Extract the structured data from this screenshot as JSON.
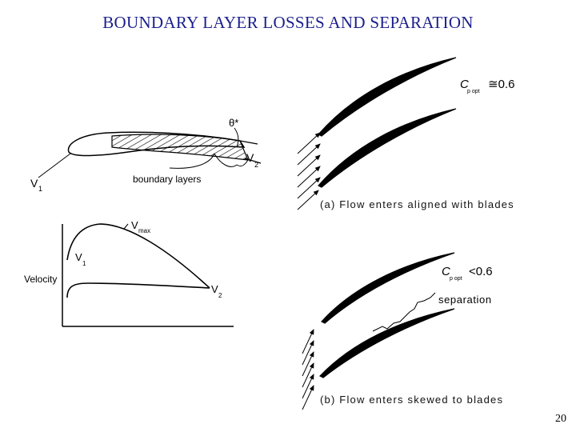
{
  "title": "BOUNDARY LAYER LOSSES AND SEPARATION",
  "page_number": "20",
  "airfoil_sketch": {
    "theta_label": "θ*",
    "v2_label": "V",
    "v2_sub": "2",
    "v1_label": "V",
    "v1_sub": "1",
    "boundary_layers_label": "boundary layers"
  },
  "velocity_plot": {
    "vmax_label": "V",
    "vmax_sub": "max",
    "v1_label": "V",
    "v1_sub": "1",
    "v2_label": "V",
    "v2_sub": "2",
    "ylabel": "Velocity"
  },
  "cascade_a": {
    "cp_label": "C",
    "cp_sub": "p opt",
    "cp_relation": "≅0.6",
    "caption": "(a)  Flow  enters  aligned  with  blades"
  },
  "cascade_b": {
    "cp_label": "C",
    "cp_sub": "p opt",
    "cp_relation": "<0.6",
    "separation_label": "separation",
    "caption": "(b)  Flow  enters  skewed  to  blades"
  },
  "colors": {
    "title": "#1a1f8c",
    "ink": "#000000"
  }
}
